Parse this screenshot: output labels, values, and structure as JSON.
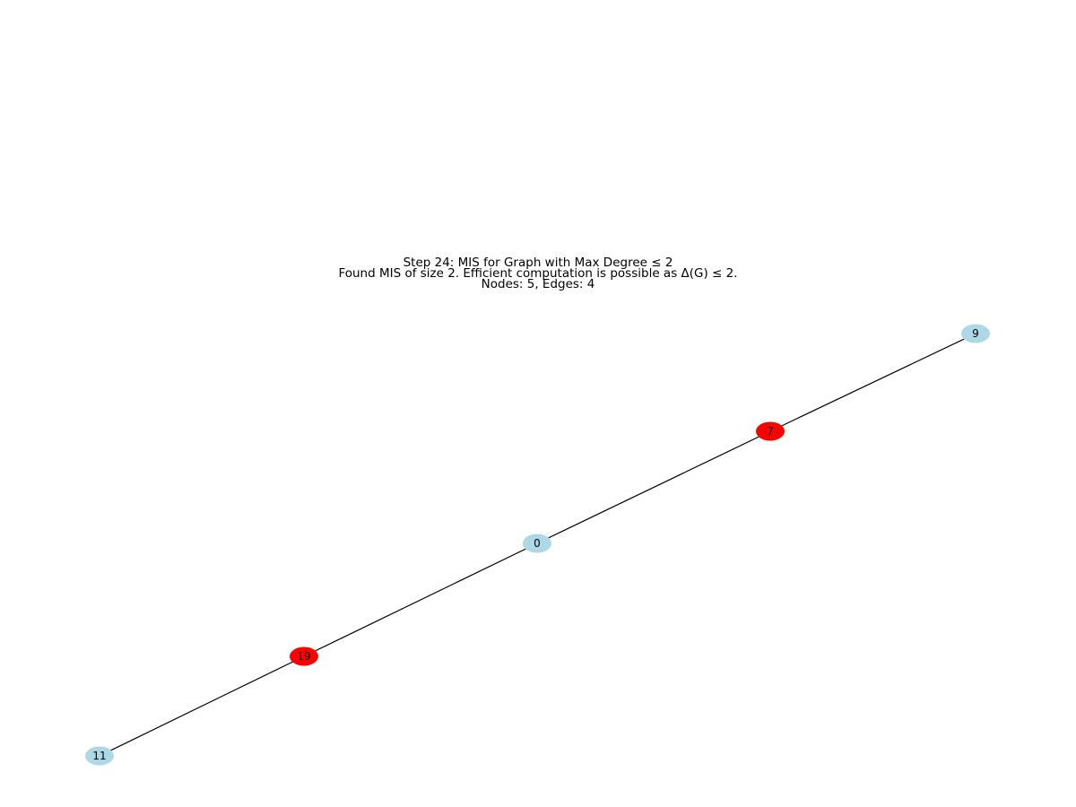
{
  "title": {
    "line1": "Step 24: MIS for Graph with Max Degree ≤ 2",
    "line2": "Found MIS of size 2. Efficient computation is possible as Δ(G) ≤ 2.",
    "line3": "Nodes: 5, Edges: 4"
  },
  "colors": {
    "mis_node": "#ff0000",
    "other_node": "#add8e6",
    "edge": "#000000"
  },
  "graph": {
    "nodes": [
      {
        "id": "9",
        "in_mis": false
      },
      {
        "id": "7",
        "in_mis": true
      },
      {
        "id": "0",
        "in_mis": false
      },
      {
        "id": "19",
        "in_mis": true
      },
      {
        "id": "11",
        "in_mis": false
      }
    ],
    "edges": [
      [
        "9",
        "7"
      ],
      [
        "7",
        "0"
      ],
      [
        "0",
        "19"
      ],
      [
        "19",
        "11"
      ]
    ]
  }
}
